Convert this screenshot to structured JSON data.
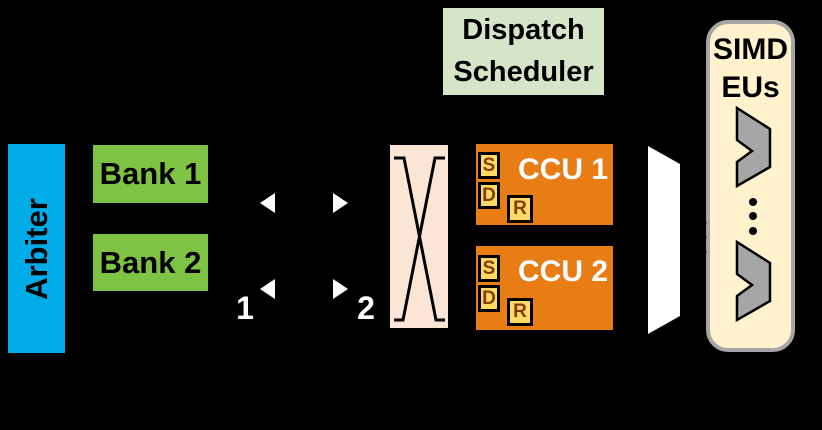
{
  "colors": {
    "background": "#000000",
    "arbiter_blue": "#00ACE8",
    "bank_green": "#7EC344",
    "scheduler_sage": "#D6E4C7",
    "crossbar_pink": "#FBE5D6",
    "ccu_orange": "#E87C15",
    "sub_block_yellow": "#FFD966",
    "sub_block_letter_brown": "#833C00",
    "simd_cream": "#FFF2CC",
    "eu_gray": "#A6A6A6",
    "arrow_white": "#FFFFFF",
    "text_black": "#000000",
    "ccu_text_white": "#FFFFFF"
  },
  "diagram": {
    "arbiter": {
      "label": "Arbiter"
    },
    "banks": [
      {
        "label": "Bank 1"
      },
      {
        "label": "Bank 2"
      }
    ],
    "port_arrows": {
      "labels": [
        "1",
        "2"
      ],
      "icons": [
        "left-arrowhead-icon",
        "right-arrowhead-icon",
        "left-arrowhead-icon",
        "right-arrowhead-icon"
      ]
    },
    "crossbar": {
      "icon": "crossbar-x-icon"
    },
    "dispatch_scheduler": {
      "label": "Dispatch Scheduler",
      "lines": [
        "Dispatch",
        "Scheduler"
      ]
    },
    "ccus": [
      {
        "label": "CCU 1",
        "sub_blocks": [
          {
            "label": "S"
          },
          {
            "label": "D"
          },
          {
            "label": "R"
          }
        ]
      },
      {
        "label": "CCU 2",
        "sub_blocks": [
          {
            "label": "S"
          },
          {
            "label": "D"
          },
          {
            "label": "R"
          }
        ]
      }
    ],
    "mux": {
      "icon": "mux-funnel-shape"
    },
    "simd_eus": {
      "label": "SIMD EUs",
      "lines": [
        "SIMD",
        "EUs"
      ],
      "eu_icons_shown": 2,
      "ellipsis_icon": "vertical-ellipsis-dots"
    }
  }
}
